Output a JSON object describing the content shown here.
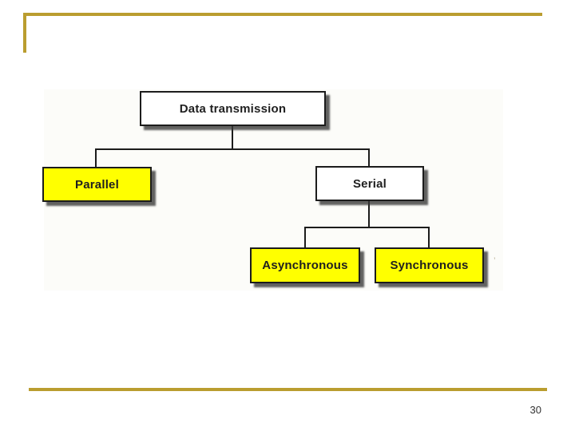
{
  "colors": {
    "accent": "#BA9D2F",
    "yellow": "#FFFF00",
    "paper": "#FFFFFF",
    "line": "#1C1C1C"
  },
  "diagram": {
    "nodes": {
      "root": {
        "label": "Data transmission",
        "fill": "#FFFFFF"
      },
      "parallel": {
        "label": "Parallel",
        "fill": "#FFFF00"
      },
      "serial": {
        "label": "Serial",
        "fill": "#FFFFFF"
      },
      "asynchronous": {
        "label": "Asynchronous",
        "fill": "#FFFF00"
      },
      "synchronous": {
        "label": "Synchronous",
        "fill": "#FFFF00"
      }
    }
  },
  "footer": {
    "page_number": "30"
  }
}
